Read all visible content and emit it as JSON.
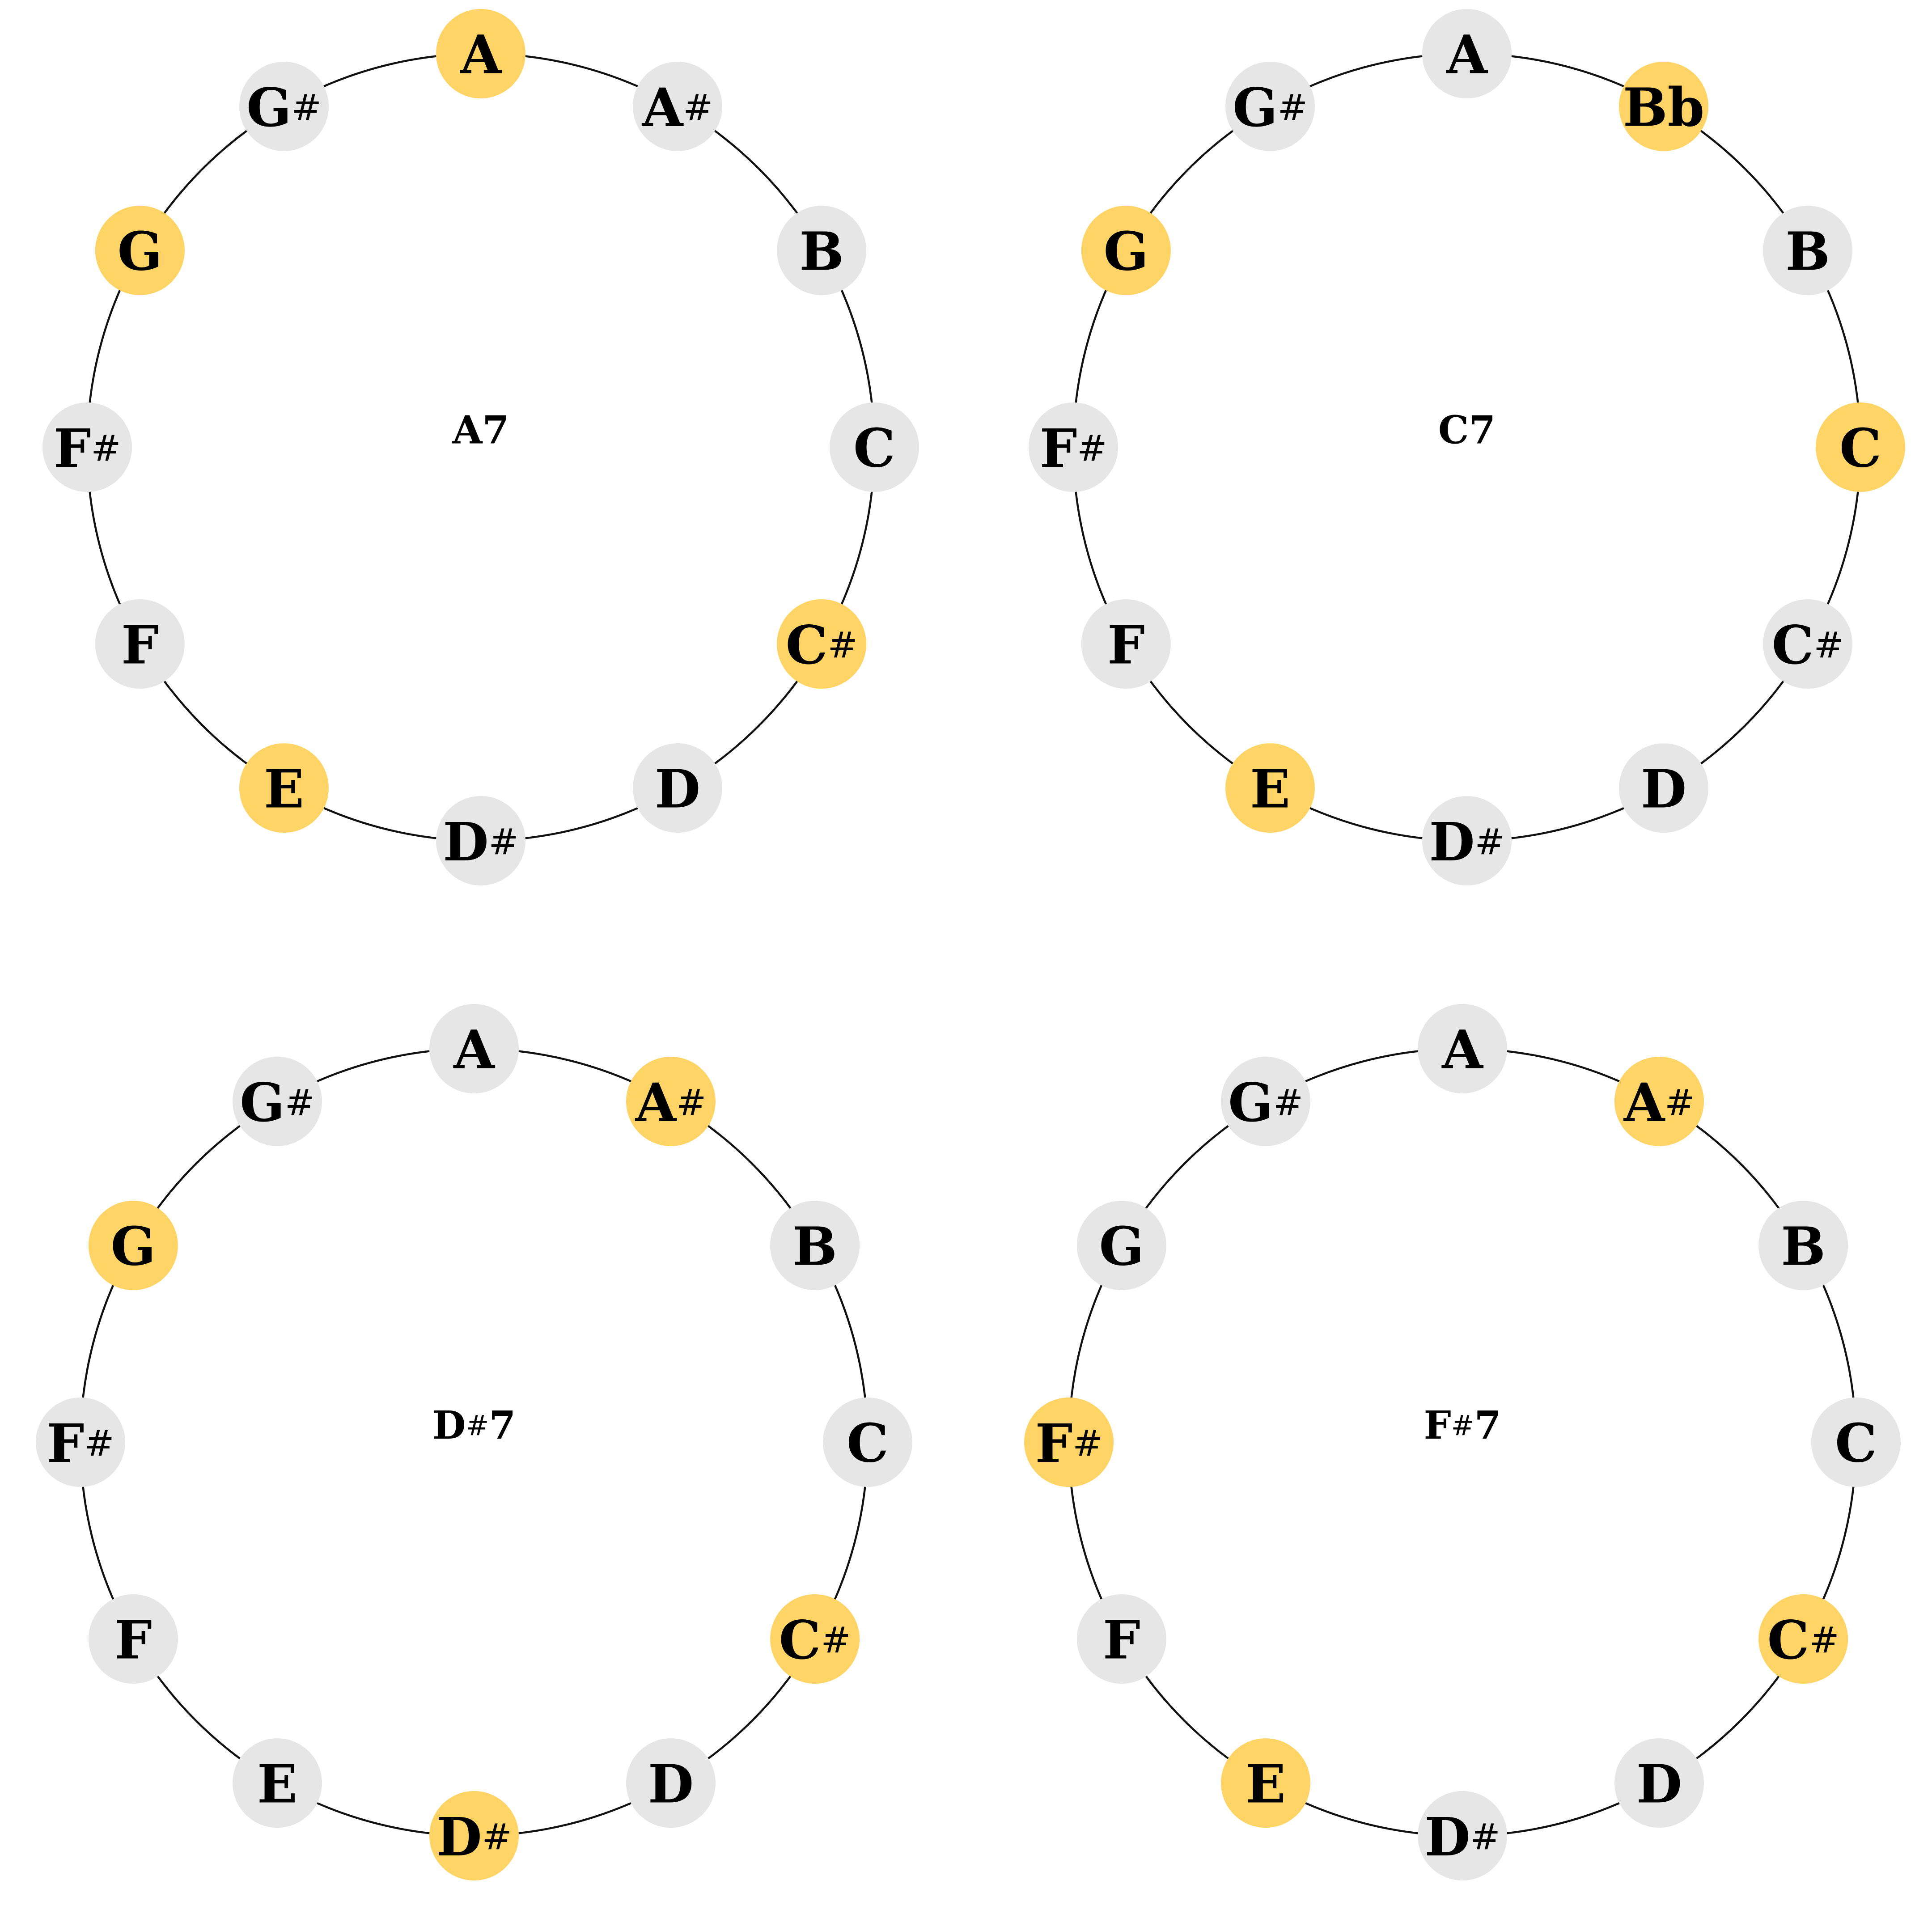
{
  "colors": {
    "highlight": "#ffd466",
    "inactive": "#e6e6e6",
    "ring": "#111111",
    "text": "#000000"
  },
  "diagrams": [
    {
      "chord": "A7",
      "notes": [
        {
          "label": "A",
          "on": true
        },
        {
          "label": "A#",
          "on": false
        },
        {
          "label": "B",
          "on": false
        },
        {
          "label": "C",
          "on": false
        },
        {
          "label": "C#",
          "on": true
        },
        {
          "label": "D",
          "on": false
        },
        {
          "label": "D#",
          "on": false
        },
        {
          "label": "E",
          "on": true
        },
        {
          "label": "F",
          "on": false
        },
        {
          "label": "F#",
          "on": false
        },
        {
          "label": "G",
          "on": true
        },
        {
          "label": "G#",
          "on": false
        }
      ]
    },
    {
      "chord": "C7",
      "notes": [
        {
          "label": "A",
          "on": false
        },
        {
          "label": "Bb",
          "on": true
        },
        {
          "label": "B",
          "on": false
        },
        {
          "label": "C",
          "on": true
        },
        {
          "label": "C#",
          "on": false
        },
        {
          "label": "D",
          "on": false
        },
        {
          "label": "D#",
          "on": false
        },
        {
          "label": "E",
          "on": true
        },
        {
          "label": "F",
          "on": false
        },
        {
          "label": "F#",
          "on": false
        },
        {
          "label": "G",
          "on": true
        },
        {
          "label": "G#",
          "on": false
        }
      ]
    },
    {
      "chord": "D#7",
      "notes": [
        {
          "label": "A",
          "on": false
        },
        {
          "label": "A#",
          "on": true
        },
        {
          "label": "B",
          "on": false
        },
        {
          "label": "C",
          "on": false
        },
        {
          "label": "C#",
          "on": true
        },
        {
          "label": "D",
          "on": false
        },
        {
          "label": "D#",
          "on": true
        },
        {
          "label": "E",
          "on": false
        },
        {
          "label": "F",
          "on": false
        },
        {
          "label": "F#",
          "on": false
        },
        {
          "label": "G",
          "on": true
        },
        {
          "label": "G#",
          "on": false
        }
      ]
    },
    {
      "chord": "F#7",
      "notes": [
        {
          "label": "A",
          "on": false
        },
        {
          "label": "A#",
          "on": true
        },
        {
          "label": "B",
          "on": false
        },
        {
          "label": "C",
          "on": false
        },
        {
          "label": "C#",
          "on": true
        },
        {
          "label": "D",
          "on": false
        },
        {
          "label": "D#",
          "on": false
        },
        {
          "label": "E",
          "on": true
        },
        {
          "label": "F",
          "on": false
        },
        {
          "label": "F#",
          "on": true
        },
        {
          "label": "G",
          "on": false
        },
        {
          "label": "G#",
          "on": false
        }
      ]
    }
  ]
}
